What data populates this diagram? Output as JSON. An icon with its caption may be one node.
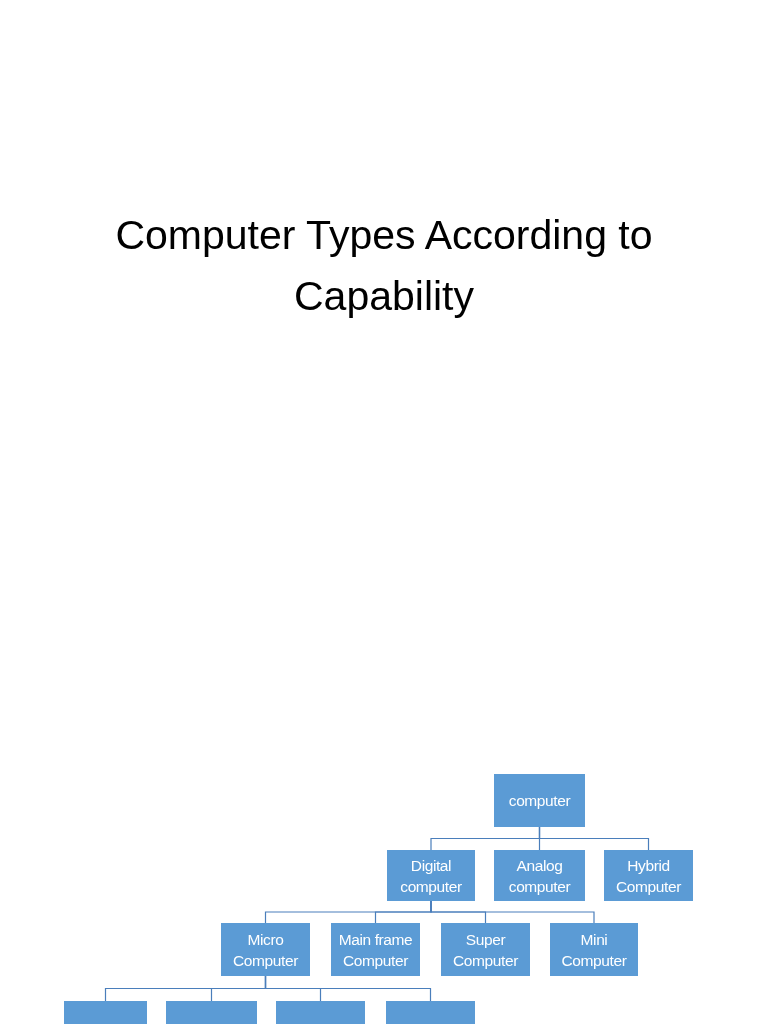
{
  "diagram": {
    "title": "Computer Types According to Capability",
    "nodes": [
      {
        "text": [
          "computer"
        ]
      },
      {
        "text": [
          "Digital computer"
        ]
      },
      {
        "text": [
          "Analog computer"
        ]
      },
      {
        "text": [
          "Hybrid Computer"
        ]
      },
      {
        "text": [
          "Micro Computer"
        ]
      },
      {
        "text": [
          "Main frame Computer"
        ]
      },
      {
        "text": [
          "Super Computer"
        ]
      },
      {
        "text": [
          "Mini Computer"
        ]
      },
      {
        "text": [],
        "shape": "box"
      },
      {
        "text": [],
        "shape": "box"
      },
      {
        "text": [],
        "shape": "box"
      },
      {
        "text": [],
        "shape": "box"
      }
    ],
    "edges": [
      {
        "from": 0,
        "to": 1,
        "arrow": "none"
      },
      {
        "from": 0,
        "to": 2,
        "arrow": "none"
      },
      {
        "from": 0,
        "to": 3,
        "arrow": "none"
      },
      {
        "from": 1,
        "to": 4,
        "arrow": "none"
      },
      {
        "from": 1,
        "to": 5,
        "arrow": "none"
      },
      {
        "from": 1,
        "to": 6,
        "arrow": "none"
      },
      {
        "from": 1,
        "to": 7,
        "arrow": "none"
      },
      {
        "from": 4,
        "to": 8,
        "arrow": "none"
      },
      {
        "from": 4,
        "to": 9,
        "arrow": "none"
      },
      {
        "from": 4,
        "to": 10,
        "arrow": "none"
      },
      {
        "from": 4,
        "to": 11,
        "arrow": "none"
      }
    ]
  }
}
